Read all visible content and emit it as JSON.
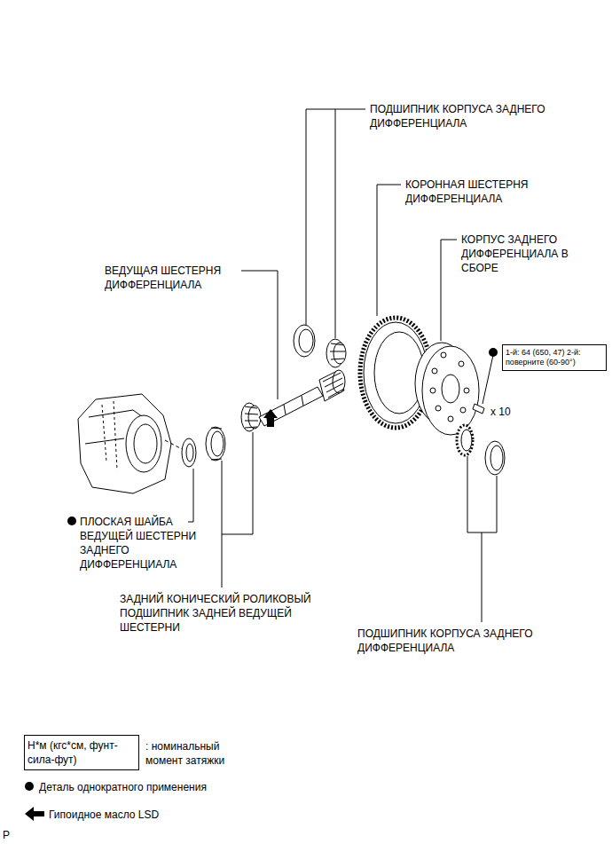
{
  "diagram": {
    "nodes": [
      {
        "text": [
          "1-й: 64 (650, 47) 2-й: поверните (60-90°)"
        ]
      },
      {
        "text": [
          "Н*м (кгс*см, фунт-сила-фут)"
        ]
      }
    ],
    "labels": [
      "ПОДШИПНИК КОРПУСА ЗАДНЕГО ДИФФЕРЕНЦИАЛА",
      "КОРОННАЯ ШЕСТЕРНЯ ДИФФЕРЕНЦИАЛА",
      "КОРПУС ЗАДНЕГО ДИФФЕРЕНЦИАЛА В СБОРЕ",
      "ВЕДУЩАЯ ШЕСТЕРНЯ ДИФФЕРЕНЦИАЛА",
      "x 10",
      "ПЛОСКАЯ ШАЙБА ВЕДУЩЕЙ ШЕСТЕРНИ ЗАДНЕГО ДИФФЕРЕНЦИАЛА",
      "ЗАДНИЙ КОНИЧЕСКИЙ РОЛИКОВЫЙ ПОДШИПНИК ЗАДНЕЙ ВЕДУЩЕЙ ШЕСТЕРНИ",
      "ПОДШИПНИК КОРПУСА ЗАДНЕГО ДИФФЕРЕНЦИАЛА",
      "P"
    ],
    "legend": [
      {
        "text": ": номинальный момент затяжки"
      },
      {
        "text": "Деталь однократного применения"
      },
      {
        "text": "Гипоидное масло LSD"
      }
    ]
  }
}
